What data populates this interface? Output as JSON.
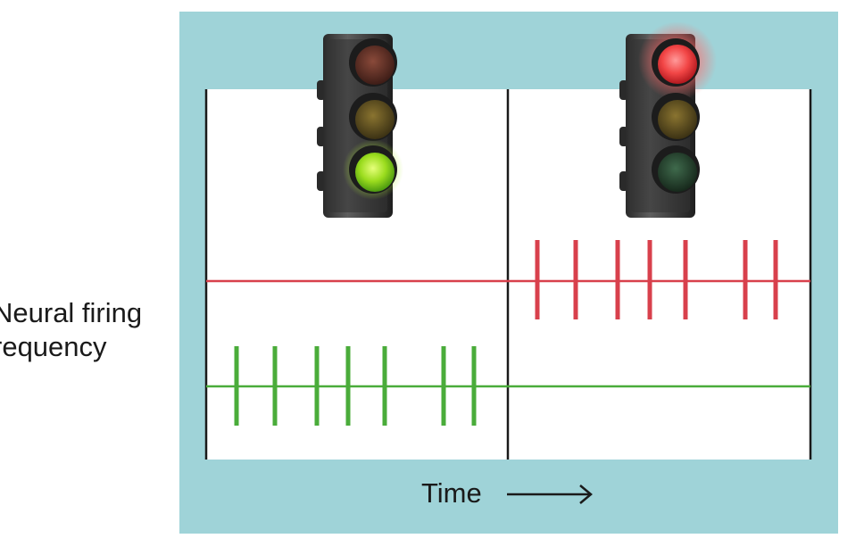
{
  "y_label": {
    "line1": "Neural firing",
    "line2": "requency"
  },
  "x_label": "Time",
  "colors": {
    "frame": "#9fd3d8",
    "red_neuron": "#d8404c",
    "green_neuron": "#4aac3a",
    "divider": "#1a1a1a"
  },
  "panels": [
    {
      "name": "green-light-panel",
      "active_light": "green",
      "green_spike_count": 7,
      "red_spike_count": 0
    },
    {
      "name": "red-light-panel",
      "active_light": "red",
      "green_spike_count": 0,
      "red_spike_count": 7
    }
  ]
}
